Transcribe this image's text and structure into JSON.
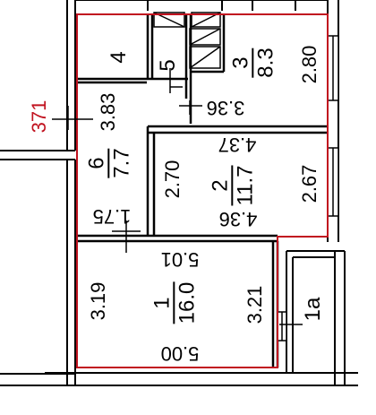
{
  "plan": {
    "outline_color": "#c1121f",
    "wall_color": "#000000",
    "side_dimension": "371",
    "rooms": [
      {
        "number": "1",
        "area": "16.0",
        "dims": {
          "top": "5.01",
          "bottom": "5.00",
          "left": "3.19",
          "right": "3.21"
        }
      },
      {
        "number": "2",
        "area": "11.7",
        "dims": {
          "top": "4.37",
          "bottom": "4.36",
          "left": "2.70",
          "right": "2.67"
        }
      },
      {
        "number": "3",
        "area": "8.3",
        "dims": {
          "bottom": "3.36",
          "right": "2.80"
        }
      },
      {
        "number": "6",
        "area": "7.7",
        "dims": {
          "left": "3.83",
          "bottom": "1.75"
        }
      }
    ],
    "small_rooms": {
      "room_4": "4",
      "room_5": "5",
      "balcony": "1a"
    }
  }
}
